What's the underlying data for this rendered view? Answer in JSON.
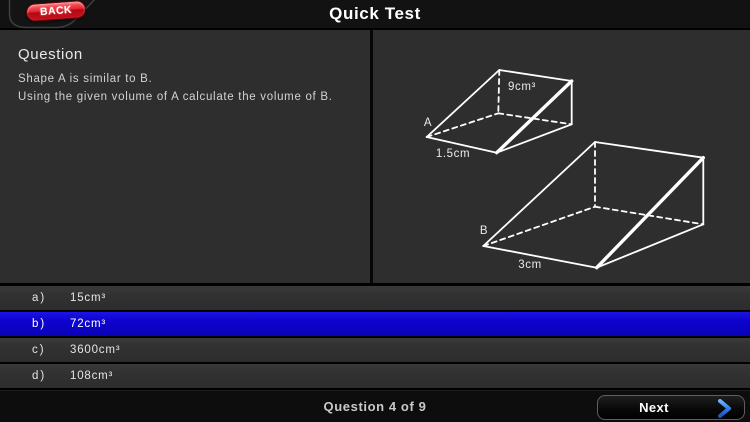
{
  "header": {
    "back_label": "BACK",
    "title": "Quick Test"
  },
  "question": {
    "heading": "Question",
    "lines": [
      "Shape A is similar to B.",
      "Using the given volume of A calculate the volume of B."
    ]
  },
  "diagram": {
    "shape_a": {
      "name_label": "A",
      "volume_label": "9cm³",
      "base_label": "1.5cm"
    },
    "shape_b": {
      "name_label": "B",
      "base_label": "3cm"
    }
  },
  "answers": [
    {
      "letter": "a)",
      "value": "15cm³",
      "selected": false
    },
    {
      "letter": "b)",
      "value": "72cm³",
      "selected": true
    },
    {
      "letter": "c)",
      "value": "3600cm³",
      "selected": false
    },
    {
      "letter": "d)",
      "value": "108cm³",
      "selected": false
    }
  ],
  "footer": {
    "progress": "Question 4 of 9",
    "next_label": "Next"
  },
  "colors": {
    "selected_answer_blue": "#0d03cd",
    "back_button_red": "#cf1420",
    "next_chevron_blue": "#2e7ee9",
    "panel_bg": "#2e2e2e",
    "titlebar_bg": "#121212",
    "line_color": "#ffffff"
  }
}
